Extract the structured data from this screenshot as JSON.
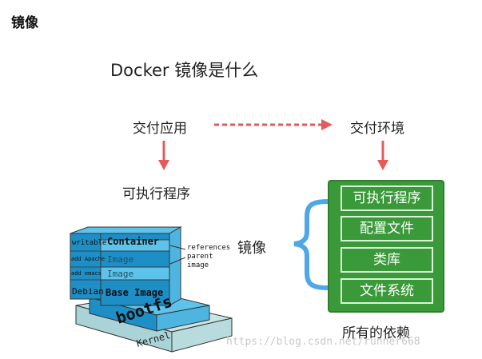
{
  "heading": "镜像",
  "title": "Docker 镜像是什么",
  "nodes": {
    "deliver_app": "交付应用",
    "deliver_env": "交付环境",
    "executable": "可执行程序",
    "image": "镜像",
    "dependencies": "所有的依赖"
  },
  "env_items": [
    "可执行程序",
    "配置文件",
    "类库",
    "文件系统"
  ],
  "stack": {
    "writable": "writable",
    "container": "Container",
    "add_apache": "add Apache",
    "image1": "Image",
    "add_emacs": "add emacs",
    "image2": "Image",
    "debian": "Debian",
    "base_image": "Base Image",
    "bootfs": "bootfs",
    "kernel": "Kernel",
    "references": [
      "references",
      "parent",
      "image"
    ]
  },
  "watermark": "https://blog.csdn.net/runner668",
  "colors": {
    "arrow": "#e35b5b",
    "green": "#3a9a3a",
    "bracket": "#4ea8e6",
    "layer_dark": "#1e8fc6",
    "layer_light": "#5ec3ea",
    "base_gray": "#a9d3d6"
  }
}
